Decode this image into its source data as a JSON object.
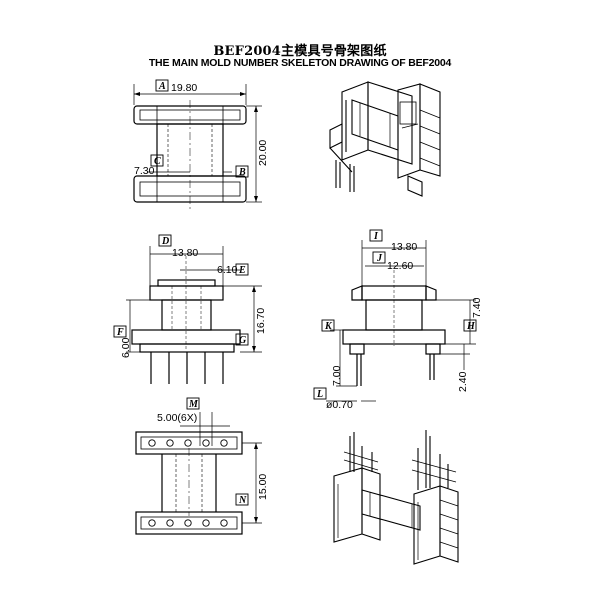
{
  "title_cn": "BEF2004主模具号骨架图纸",
  "title_en": "THE MAIN MOLD NUMBER SKELETON DRAWING OF BEF2004",
  "labels": {
    "A": "A",
    "B": "B",
    "C": "C",
    "D": "D",
    "E": "E",
    "F": "F",
    "G": "G",
    "H": "H",
    "I": "I",
    "J": "J",
    "K": "K",
    "L": "L",
    "M": "M",
    "N": "N"
  },
  "dims": {
    "A": "19.80",
    "B": "20.00",
    "C": "7.30",
    "D": "13.80",
    "E": "6.10",
    "F": "6.00",
    "G": "16.70",
    "H": "7.40",
    "I": "13.80",
    "J": "12.60",
    "K": "7.00",
    "L": "ø0.70",
    "M": "5.00(6X)",
    "N": "15.00",
    "pin_gap": "2.40"
  },
  "colors": {
    "line": "#000000",
    "background": "#ffffff"
  }
}
